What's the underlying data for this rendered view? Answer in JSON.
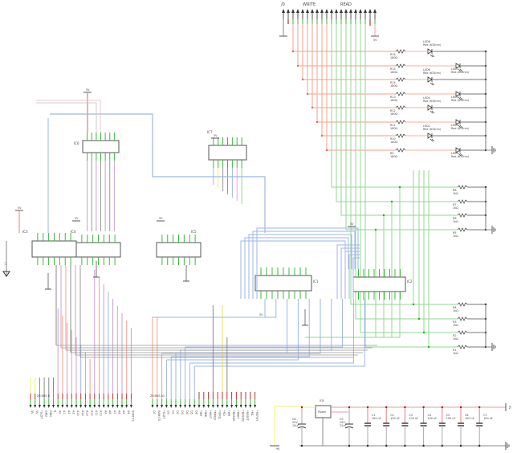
{
  "top_connector": {
    "left_label": "/0",
    "write_label": "WRITE",
    "read_label": "READ",
    "right_supply": "5V",
    "pin_count": 20
  },
  "leds": [
    {
      "ref": "LED8",
      "type": "Red (633nm)"
    },
    {
      "ref": "LED7",
      "type": "Red (633nm)"
    },
    {
      "ref": "LED6",
      "type": "Red (633nm)"
    },
    {
      "ref": "LED5",
      "type": "Red (633nm)"
    },
    {
      "ref": "LED4",
      "type": "Red (633nm)"
    },
    {
      "ref": "LED3",
      "type": "Red (633nm)"
    },
    {
      "ref": "LED2",
      "type": "Red (633nm)"
    },
    {
      "ref": "LED1",
      "type": "Red (633nm)"
    }
  ],
  "led_resistors": [
    {
      "ref": "R16",
      "value": "180Ω"
    },
    {
      "ref": "R15",
      "value": "180Ω"
    },
    {
      "ref": "R14",
      "value": "180Ω"
    },
    {
      "ref": "R13",
      "value": "180Ω"
    },
    {
      "ref": "R12",
      "value": "180Ω"
    },
    {
      "ref": "R11",
      "value": "180Ω"
    },
    {
      "ref": "R10",
      "value": "180Ω"
    },
    {
      "ref": "R9",
      "value": "180Ω"
    }
  ],
  "pulldown_resistors_upper": [
    {
      "ref": "R8",
      "value": "1kΩ"
    },
    {
      "ref": "R7",
      "value": "1kΩ"
    },
    {
      "ref": "R6",
      "value": "1kΩ"
    },
    {
      "ref": "R5",
      "value": "1kΩ"
    }
  ],
  "pulldown_resistors_lower": [
    {
      "ref": "R4",
      "value": "1kΩ"
    },
    {
      "ref": "R3",
      "value": "1kΩ"
    },
    {
      "ref": "R2",
      "value": "1kΩ"
    },
    {
      "ref": "R1",
      "value": "1kΩ"
    }
  ],
  "ics": {
    "ic1": "IC1",
    "ic2": "IC2",
    "ic3": "IC3",
    "ic4": "IC4",
    "ic5": "IC5",
    "ic6": "IC6",
    "ic7": "IC7"
  },
  "supply_label": "5V",
  "led_indicator": "L1",
  "power": {
    "input_label": "9V",
    "output_label": "5V",
    "regulator_ref": "IC8",
    "regulator_name": "Power",
    "c8": {
      "ref": "C8",
      "voltage": "25V",
      "value": "10uF"
    },
    "c9": {
      "ref": "C9",
      "voltage": "25V",
      "value": "22uF"
    },
    "decoupling": [
      {
        "ref": "C1",
        "value": "100 nF"
      },
      {
        "ref": "C2",
        "value": "100 nF"
      },
      {
        "ref": "C3",
        "value": "100 nF"
      },
      {
        "ref": "C4",
        "value": "100 nF"
      },
      {
        "ref": "C5",
        "value": "100 nF"
      },
      {
        "ref": "C6",
        "value": "100 nF"
      },
      {
        "ref": "C7",
        "value": "100 nF"
      }
    ]
  },
  "connector_left": {
    "title": "Z8 BUS B",
    "pins": [
      "5V",
      "5V",
      "*SLOT",
      "GND",
      "GND",
      "8",
      "A0",
      "A1",
      "A2",
      "A3",
      "A15",
      "A14",
      "A13",
      "A12",
      "A11",
      "A10",
      "A9",
      "A8",
      "A7",
      "A6",
      "A5",
      "A4",
      "ROM CS"
    ]
  },
  "connector_right": {
    "title": "Z8 BUS A1",
    "pins": [
      "D7",
      "RAM CS",
      "*SLOT",
      "D0",
      "D1",
      "D2",
      "D3",
      "D4",
      "D5",
      "D6",
      "*INT",
      "*NMI",
      "*HALT",
      "*MREQ",
      "*IORQ",
      "*RD",
      "*WR",
      "*BUSAK",
      "*WAIT",
      "*BUSRQ",
      "*RESET",
      "*M1",
      "*REFSH"
    ]
  },
  "colors": {
    "write_wire": "#f4a08a",
    "read_wire": "#8fd88f",
    "address_wire": "#c9a0d0",
    "data_wire": "#9db6e8",
    "power_wire": "#e05050",
    "input_wire": "#f0f070",
    "ground_wire": "#888888",
    "pin_green": "#3cb83c"
  }
}
